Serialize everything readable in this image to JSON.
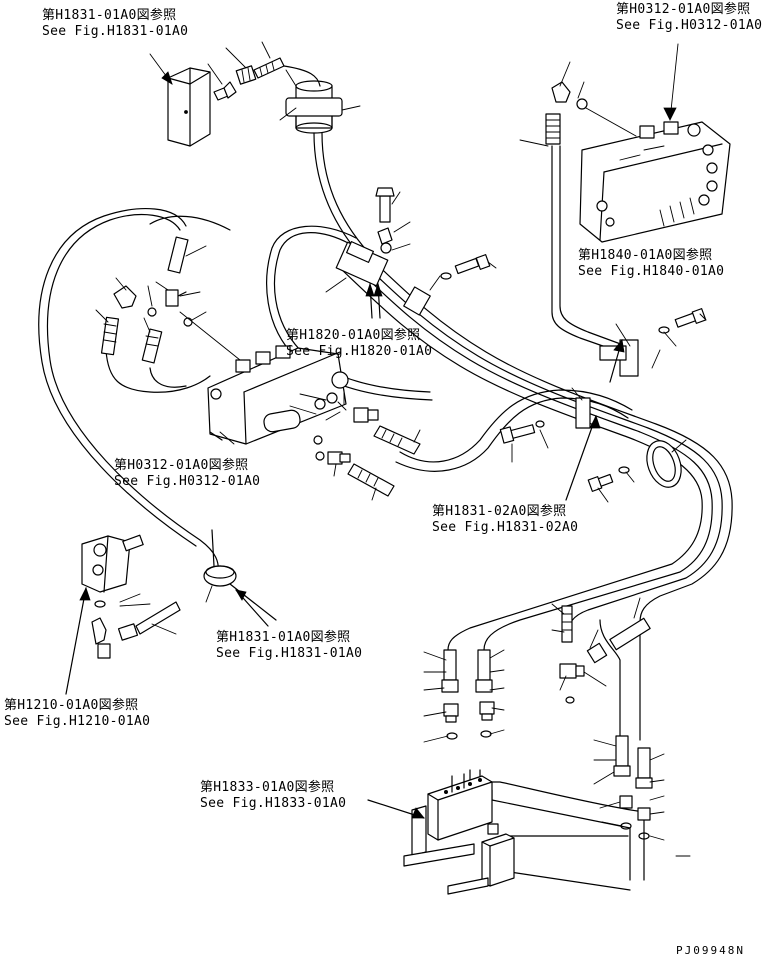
{
  "references": [
    {
      "id": "h1831_top",
      "jp": "第H1831-01A0図参照",
      "en": "See Fig.H1831-01A0"
    },
    {
      "id": "h0312_right",
      "jp": "第H0312-01A0図参照",
      "en": "See Fig.H0312-01A0"
    },
    {
      "id": "h1840",
      "jp": "第H1840-01A0図参照",
      "en": "See Fig.H1840-01A0"
    },
    {
      "id": "h1820",
      "jp": "第H1820-01A0図参照",
      "en": "See Fig.H1820-01A0"
    },
    {
      "id": "h0312_left",
      "jp": "第H0312-01A0図参照",
      "en": "See Fig.H0312-01A0"
    },
    {
      "id": "h1831_02",
      "jp": "第H1831-02A0図参照",
      "en": "See Fig.H1831-02A0"
    },
    {
      "id": "h1831_mid",
      "jp": "第H1831-01A0図参照",
      "en": "See Fig.H1831-01A0"
    },
    {
      "id": "h1210",
      "jp": "第H1210-01A0図参照",
      "en": "See Fig.H1210-01A0"
    },
    {
      "id": "h1833",
      "jp": "第H1833-01A0図参照",
      "en": "See Fig.H1833-01A0"
    }
  ],
  "drawing_code": "PJ09948N"
}
